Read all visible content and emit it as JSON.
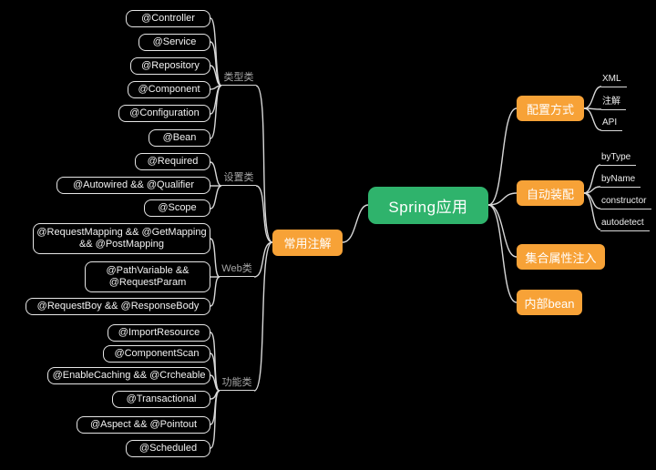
{
  "root": {
    "label": "Spring应用"
  },
  "left": {
    "label": "常用注解",
    "groups": [
      {
        "label": "类型类",
        "items": [
          "@Controller",
          "@Service",
          "@Repository",
          "@Component",
          "@Configuration",
          "@Bean"
        ]
      },
      {
        "label": "设置类",
        "items": [
          "@Required",
          "@Autowired && @Qualifier",
          "@Scope"
        ]
      },
      {
        "label": "Web类",
        "items": [
          "@RequestMapping && @GetMapping && @PostMapping",
          "@PathVariable && @RequestParam",
          "@RequestBoy && @ResponseBody"
        ]
      },
      {
        "label": "功能类",
        "items": [
          "@ImportResource",
          "@ComponentScan",
          "@EnableCaching && @Crcheable",
          "@Transactional",
          "@Aspect && @Pointout",
          "@Scheduled"
        ]
      }
    ]
  },
  "right": {
    "branches": [
      {
        "label": "配置方式",
        "items": [
          "XML",
          "注解",
          "API"
        ]
      },
      {
        "label": "自动装配",
        "items": [
          "byType",
          "byName",
          "constructor",
          "autodetect"
        ]
      },
      {
        "label": "集合属性注入",
        "items": []
      },
      {
        "label": "内部bean",
        "items": []
      }
    ]
  },
  "colors": {
    "background": "#000000",
    "root_bg": "#2fb36c",
    "branch_bg": "#f7a237",
    "line": "#d8d8d8",
    "leaf_border": "#e6e6e6",
    "leaf_text": "#f2f2f2",
    "category_text": "#a6a6a6"
  }
}
